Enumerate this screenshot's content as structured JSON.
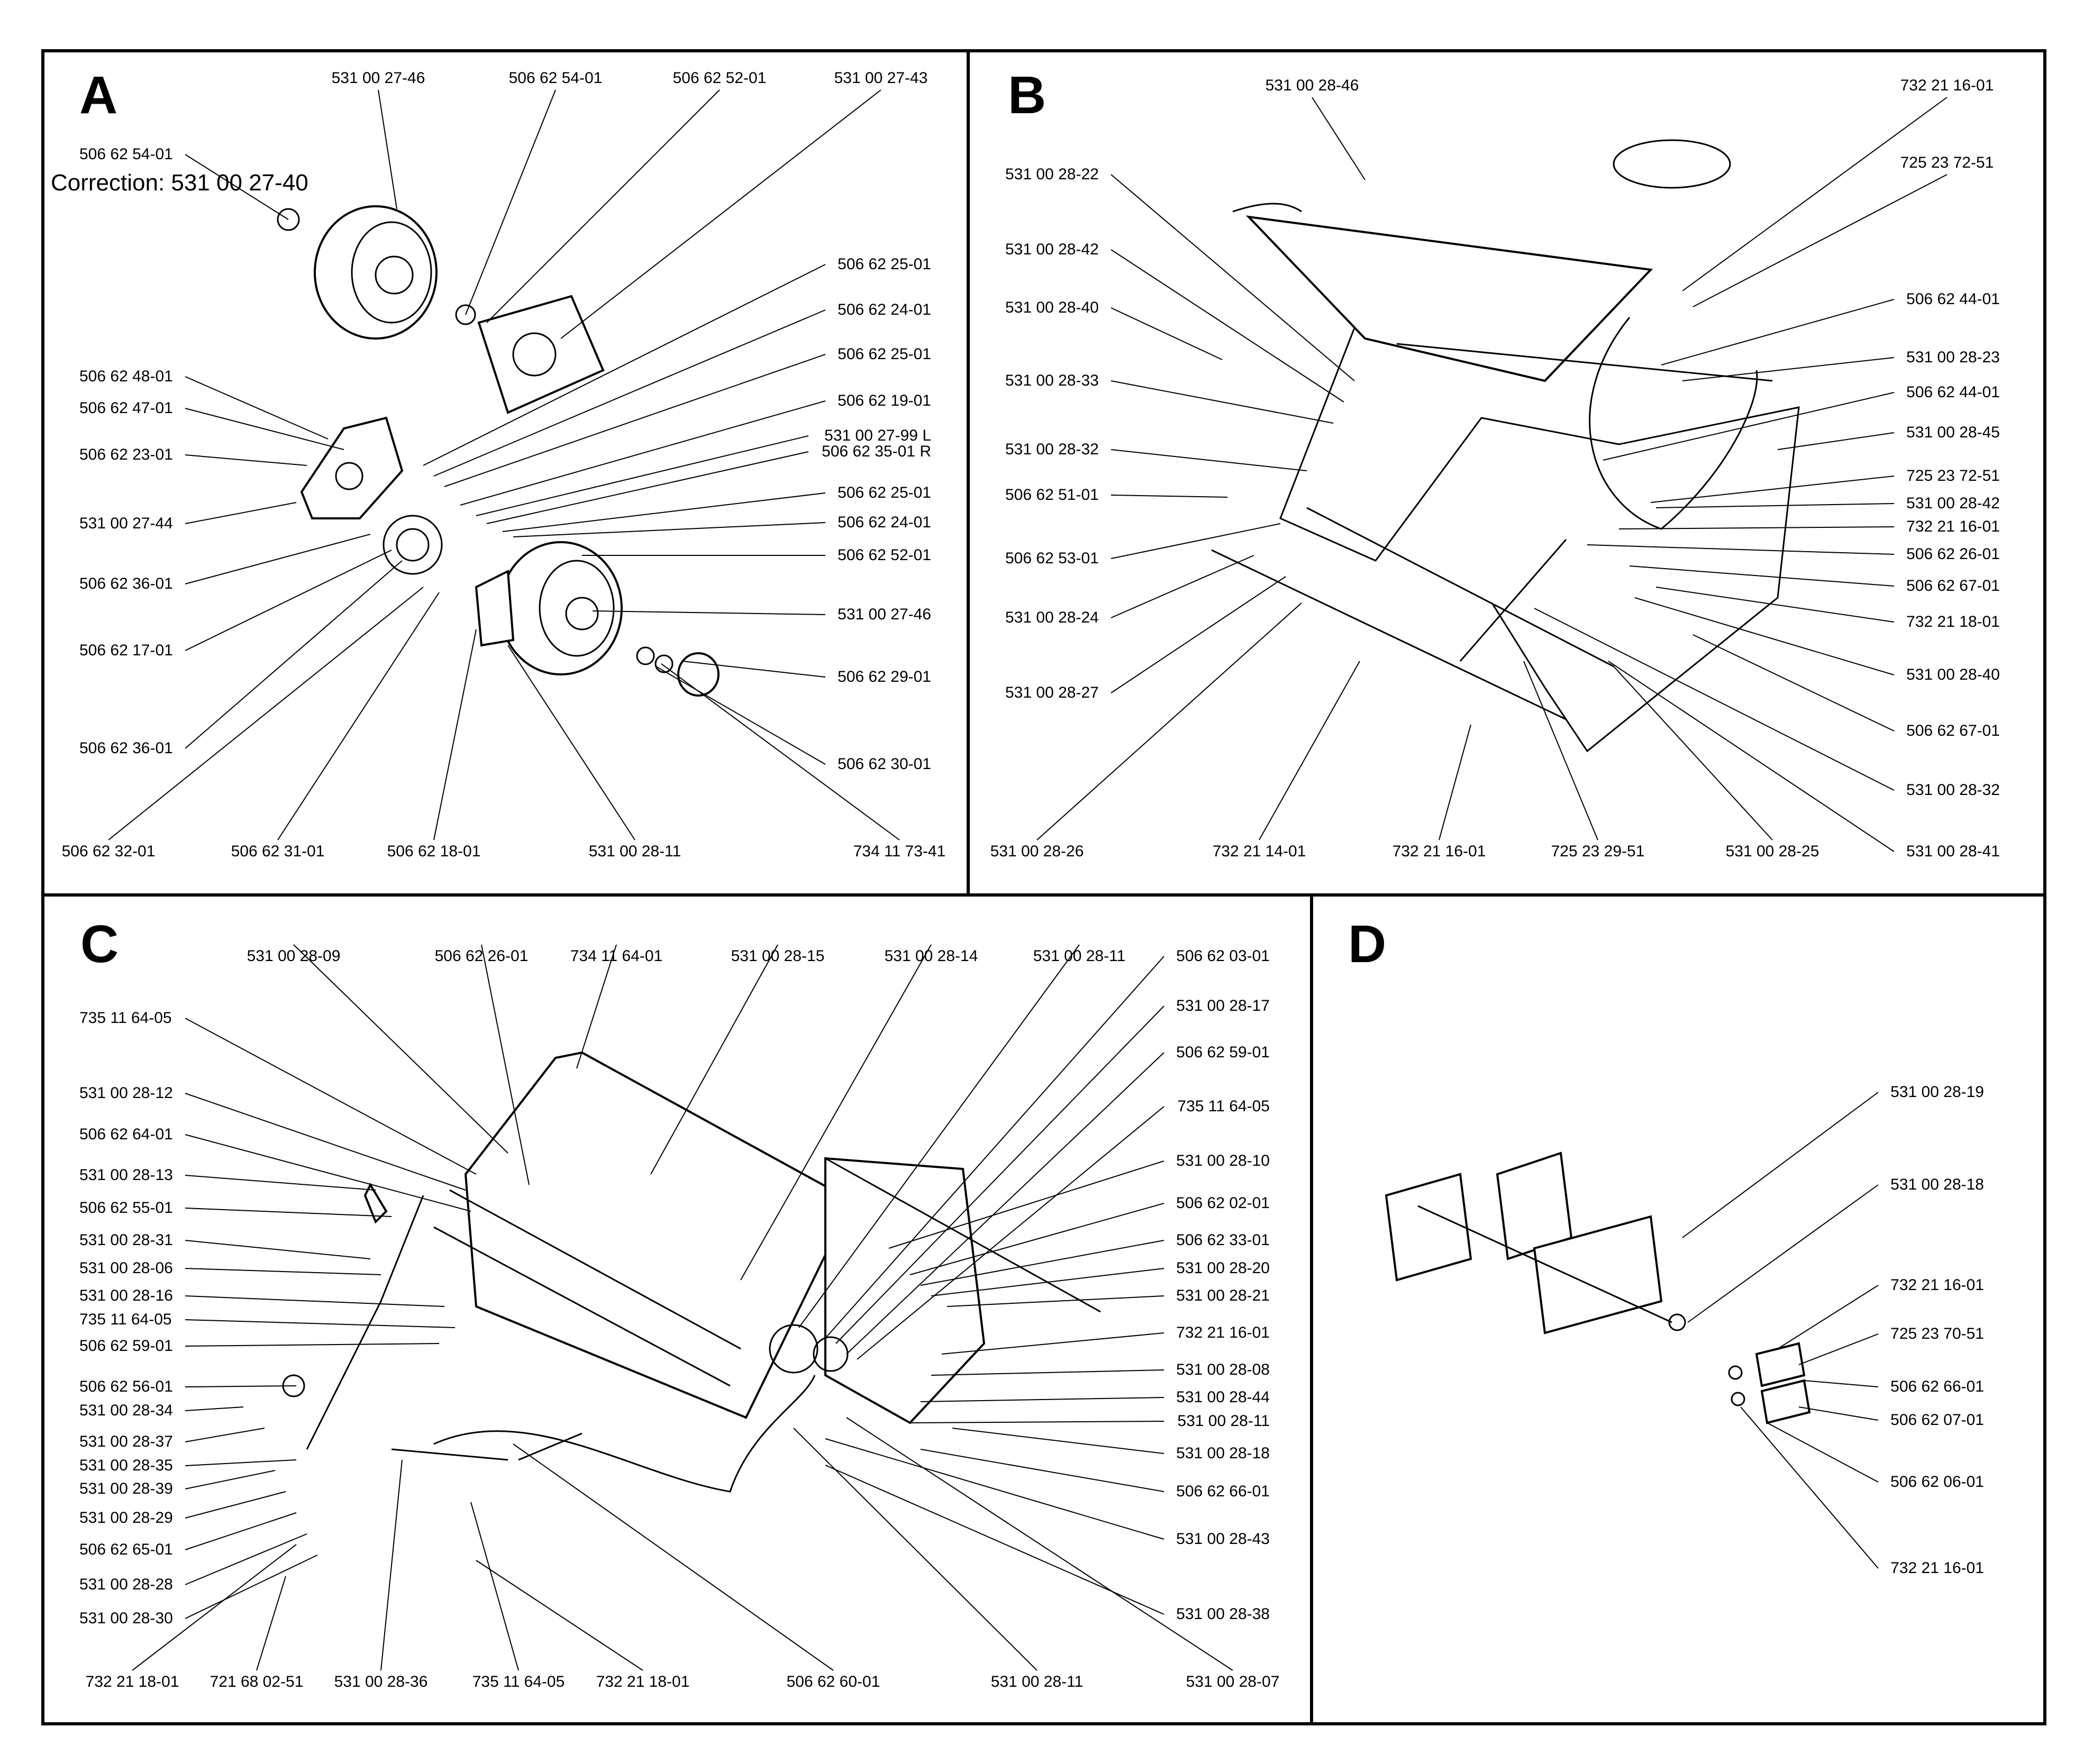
{
  "panels": {
    "a": {
      "letter": "A",
      "correction": "Correction: 531 00 27-40",
      "labels": [
        "531 00 27-46",
        "506 62 54-01",
        "506 62 52-01",
        "531 00 27-43",
        "506 62 54-01",
        "506 62 25-01",
        "506 62 24-01",
        "506 62 25-01",
        "506 62 48-01",
        "506 62 47-01",
        "506 62 19-01",
        "531 00 27-99 L",
        "506 62 23-01",
        "506 62 35-01 R",
        "506 62 25-01",
        "531 00 27-44",
        "506 62 24-01",
        "506 62 52-01",
        "506 62 36-01",
        "531 00 27-46",
        "506 62 17-01",
        "506 62 29-01",
        "506 62 36-01",
        "506 62 30-01",
        "506 62 32-01",
        "506 62 31-01",
        "506 62 18-01",
        "531 00 28-11",
        "734 11 73-41"
      ]
    },
    "b": {
      "letter": "B",
      "labels": [
        "531 00 28-46",
        "732 21 16-01",
        "725 23 72-51",
        "531 00 28-22",
        "531 00 28-42",
        "531 00 28-40",
        "506 62 44-01",
        "531 00 28-23",
        "531 00 28-33",
        "506 62 44-01",
        "531 00 28-45",
        "531 00 28-32",
        "725 23 72-51",
        "506 62 51-01",
        "531 00 28-42",
        "732 21 16-01",
        "506 62 53-01",
        "506 62 26-01",
        "506 62 67-01",
        "531 00 28-24",
        "732 21 18-01",
        "531 00 28-40",
        "531 00 28-27",
        "506 62 67-01",
        "531 00 28-32",
        "531 00 28-26",
        "732 21 14-01",
        "732 21 16-01",
        "725 23 29-51",
        "531 00 28-25",
        "531 00 28-41"
      ]
    },
    "c": {
      "letter": "C",
      "labels": [
        "531 00 28-09",
        "506 62 26-01",
        "734 11 64-01",
        "531 00 28-15",
        "531 00 28-14",
        "531 00 28-11",
        "506 62 03-01",
        "735 11 64-05",
        "531 00 28-17",
        "506 62 59-01",
        "531 00 28-12",
        "735 11 64-05",
        "506 62 64-01",
        "531 00 28-10",
        "531 00 28-13",
        "506 62 55-01",
        "506 62 02-01",
        "531 00 28-31",
        "506 62 33-01",
        "531 00 28-06",
        "531 00 28-20",
        "531 00 28-16",
        "531 00 28-21",
        "735 11 64-05",
        "506 62 59-01",
        "732 21 16-01",
        "531 00 28-08",
        "506 62 56-01",
        "531 00 28-44",
        "531 00 28-34",
        "531 00 28-11",
        "531 00 28-37",
        "531 00 28-18",
        "531 00 28-35",
        "531 00 28-39",
        "506 62 66-01",
        "531 00 28-29",
        "506 62 65-01",
        "531 00 28-43",
        "531 00 28-28",
        "531 00 28-30",
        "531 00 28-38",
        "732 21 18-01",
        "721 68 02-51",
        "531 00 28-36",
        "735 11 64-05",
        "732 21 18-01",
        "506 62 60-01",
        "531 00 28-11",
        "531 00 28-07"
      ]
    },
    "d": {
      "letter": "D",
      "labels": [
        "531 00 28-19",
        "531 00 28-18",
        "732 21 16-01",
        "725 23 70-51",
        "506 62 66-01",
        "506 62 07-01",
        "506 62 06-01",
        "732 21 16-01"
      ]
    }
  }
}
